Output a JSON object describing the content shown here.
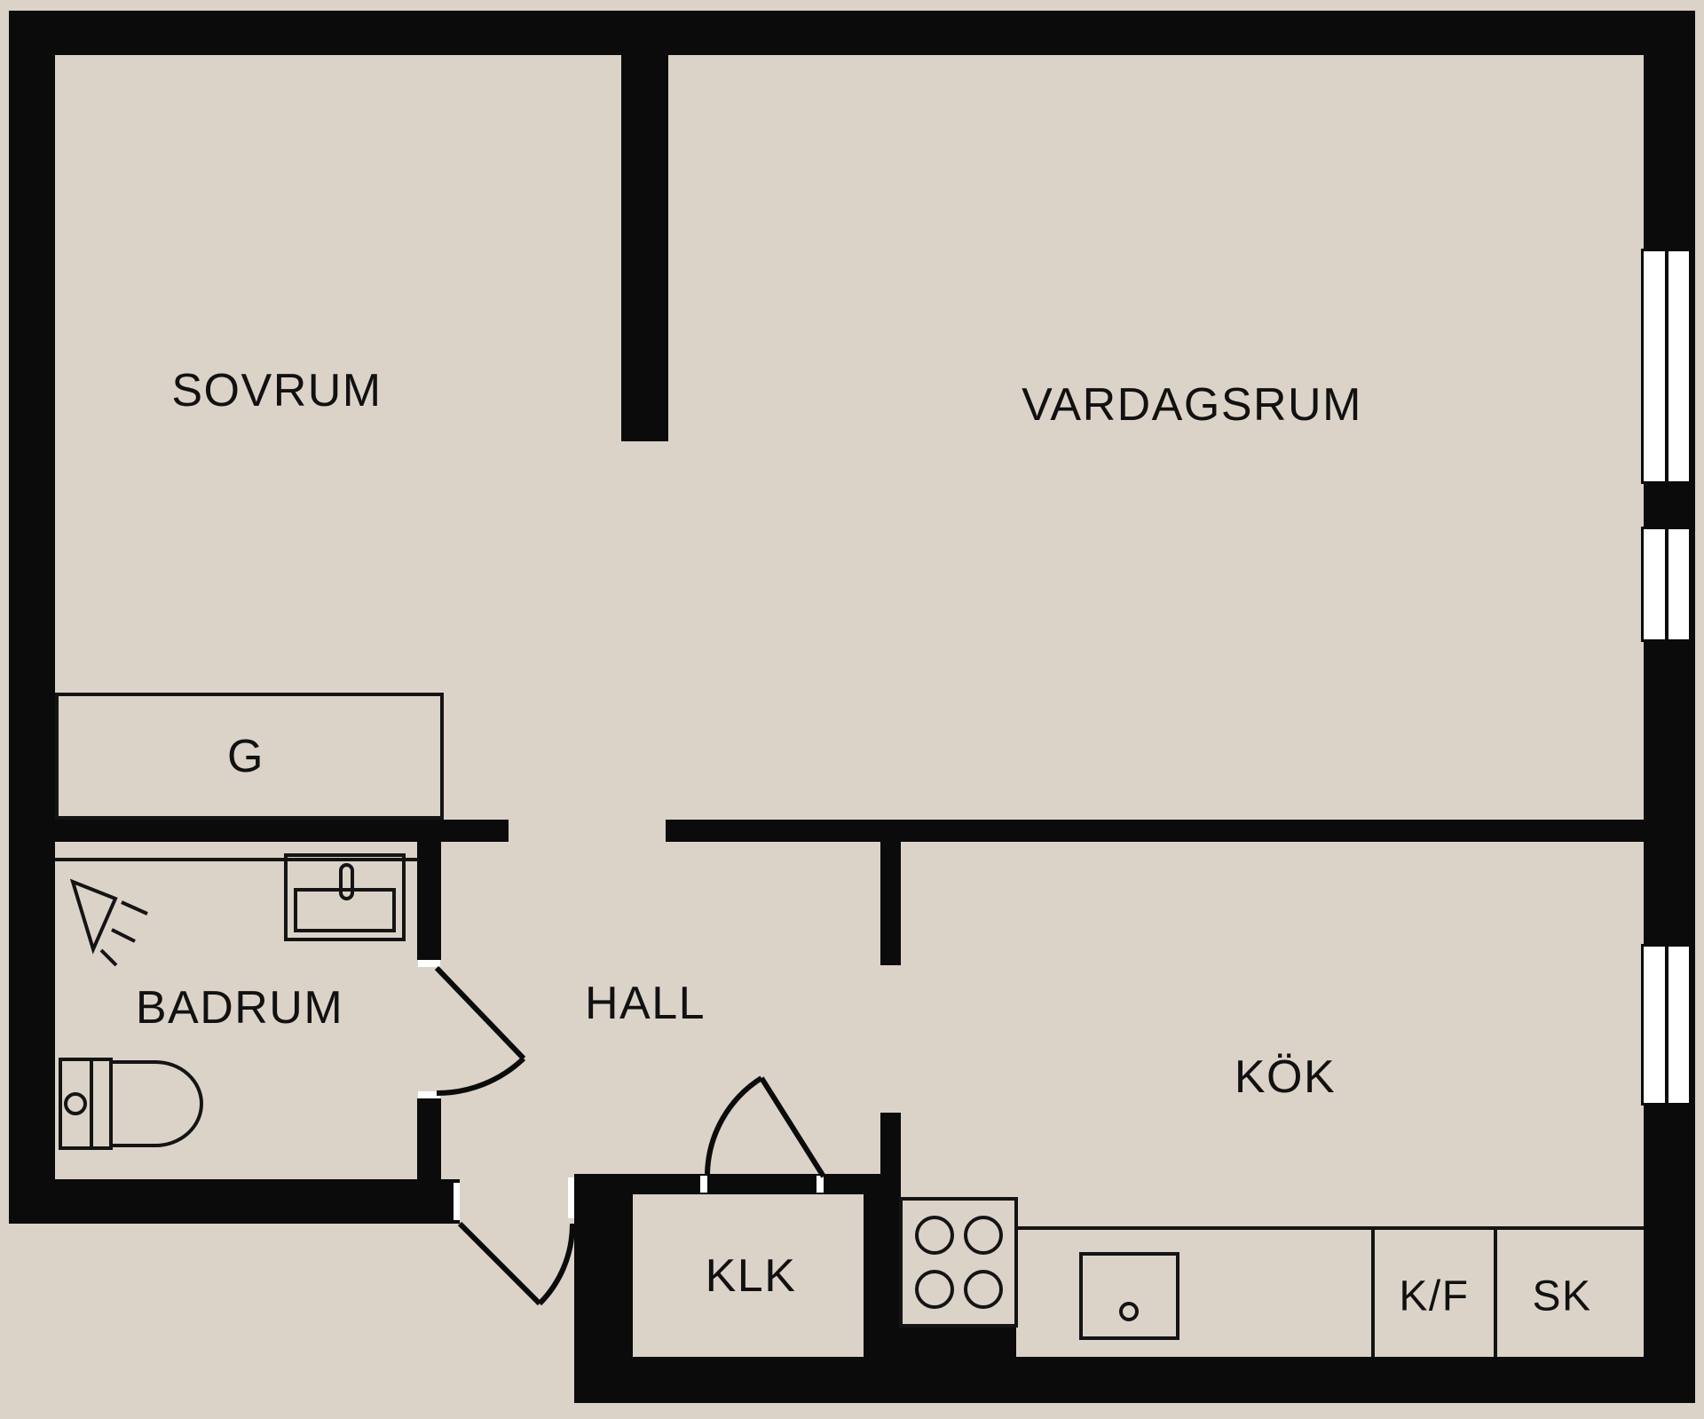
{
  "colors": {
    "background": "#dbd3c8",
    "wall": "#0b0b0b",
    "line": "#141414",
    "window_fill": "#ffffff"
  },
  "labels": {
    "sovrum": "SOVRUM",
    "vardagsrum": "VARDAGSRUM",
    "badrum": "BADRUM",
    "hall": "HALL",
    "klk": "KLK",
    "kok": "KÖK",
    "wardrobe": "G",
    "fridge_freezer": "K/F",
    "cabinet": "SK"
  },
  "fixtures": [
    "toilet-icon",
    "washbasin-icon",
    "shower-icon",
    "stove-icon",
    "kitchen-sink-icon",
    "window-symbol",
    "door-swing-symbol"
  ]
}
